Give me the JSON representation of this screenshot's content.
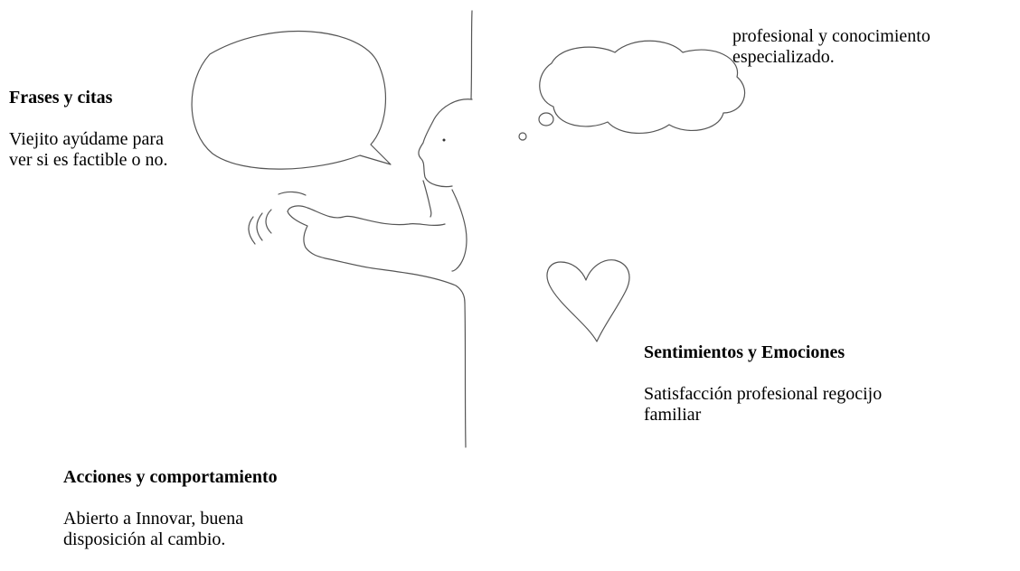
{
  "quotes": {
    "heading": "Frases y citas",
    "body": "Viejito ayúdame para\nver si es factible o no."
  },
  "thoughts": {
    "body": "profesional y conocimiento\nespecializado."
  },
  "feelings": {
    "heading": "Sentimientos y Emociones",
    "body": "Satisfacción profesional regocijo\nfamiliar"
  },
  "actions": {
    "heading": "Acciones y comportamiento",
    "body": "Abierto a Innovar, buena\ndisposición al cambio."
  },
  "icons": {
    "speech": "speech-bubble-icon",
    "thought": "thought-cloud-icon",
    "heart": "heart-icon",
    "person": "person-pointing-icon"
  }
}
